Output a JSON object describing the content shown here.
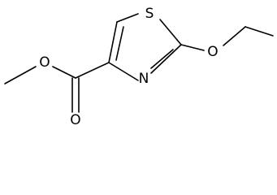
{
  "molecule": {
    "atoms": {
      "sulfur": "S",
      "ring_nitrogen": "N",
      "ether_oxygen": "O",
      "ester_oxygen": "O",
      "carbonyl_oxygen": "O"
    }
  }
}
